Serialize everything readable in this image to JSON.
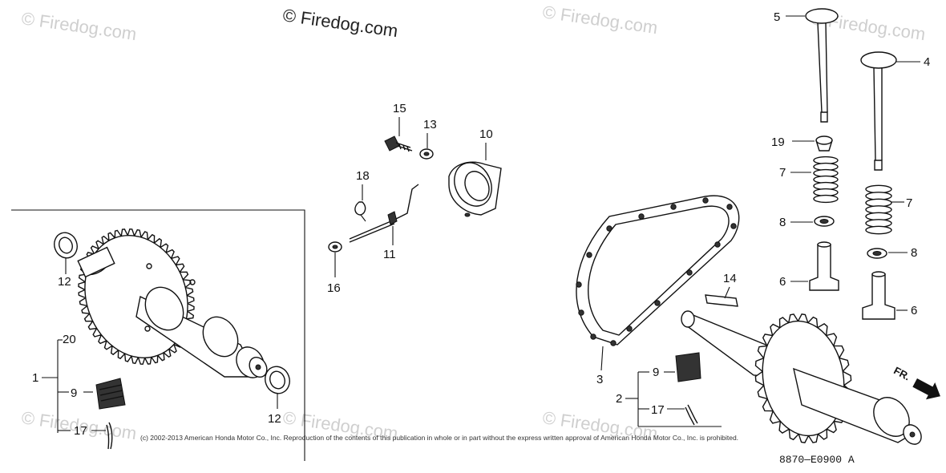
{
  "watermark": {
    "main": "© Firedog.com",
    "faint": "© Firedog.com"
  },
  "diagram_code": "8870—E0900 A",
  "copyright": "(c) 2002-2013 American Honda Motor Co., Inc. Reproduction of the contents of this publication in whole or in part without the express written approval of American Honda Motor Co., Inc. is prohibited.",
  "front_indicator": "FR.",
  "callouts": {
    "c1": "1",
    "c2": "2",
    "c3": "3",
    "c4": "4",
    "c5": "5",
    "c6a": "6",
    "c6b": "6",
    "c7a": "7",
    "c7b": "7",
    "c8a": "8",
    "c8b": "8",
    "c9a": "9",
    "c9b": "9",
    "c10": "10",
    "c11": "11",
    "c12a": "12",
    "c12b": "12",
    "c13": "13",
    "c14": "14",
    "c15": "15",
    "c16": "16",
    "c17a": "17",
    "c17b": "17",
    "c18": "18",
    "c19": "19",
    "c20": "20"
  }
}
